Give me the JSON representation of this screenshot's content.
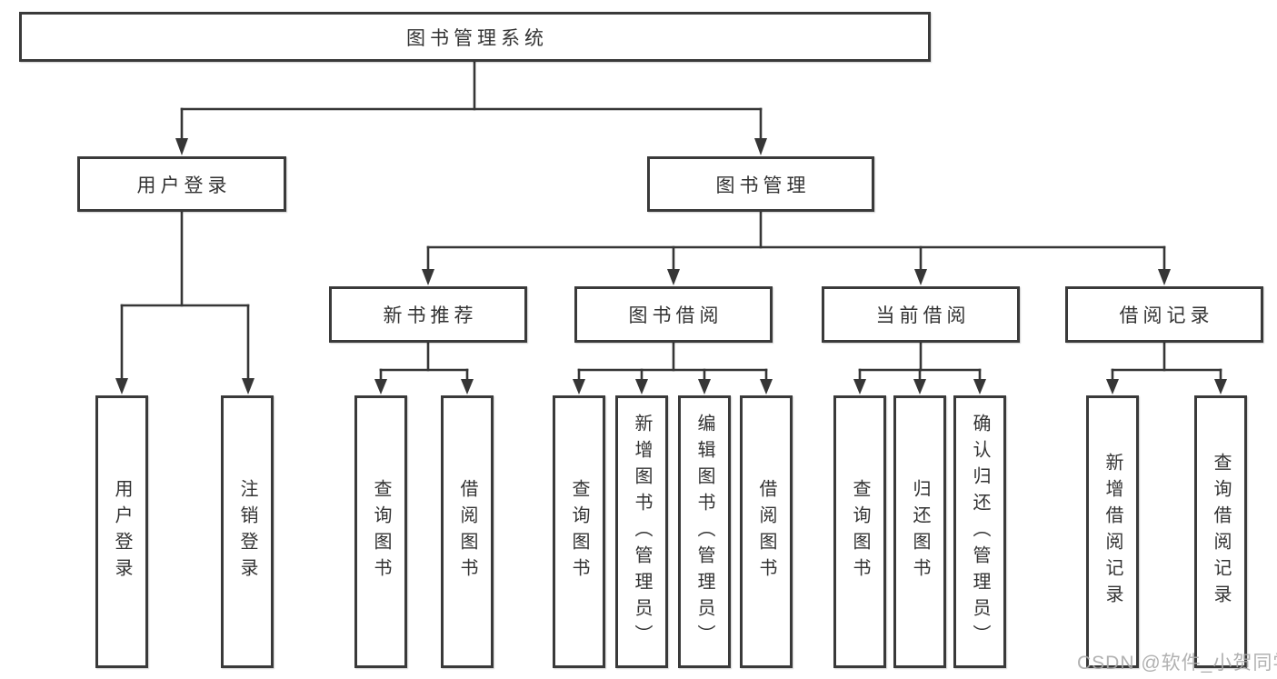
{
  "diagram": {
    "title": "图书管理系统",
    "root": {
      "label": "图书管理系统"
    },
    "branches": [
      {
        "label": "用户登录",
        "children": [
          {
            "label": "用户登录"
          },
          {
            "label": "注销登录"
          }
        ]
      },
      {
        "label": "图书管理",
        "groups": [
          {
            "label": "新书推荐",
            "children": [
              {
                "label": "查询图书"
              },
              {
                "label": "借阅图书"
              }
            ]
          },
          {
            "label": "图书借阅",
            "children": [
              {
                "label": "查询图书"
              },
              {
                "label": "新增图书（管理员）"
              },
              {
                "label": "编辑图书（管理员）"
              },
              {
                "label": "借阅图书"
              }
            ]
          },
          {
            "label": "当前借阅",
            "children": [
              {
                "label": "查询图书"
              },
              {
                "label": "归还图书"
              },
              {
                "label": "确认归还（管理员）"
              }
            ]
          },
          {
            "label": "借阅记录",
            "children": [
              {
                "label": "新增借阅记录"
              },
              {
                "label": "查询借阅记录"
              }
            ]
          }
        ]
      }
    ]
  },
  "watermark": {
    "text": "CSDN @软件_小贺同学"
  },
  "colors": {
    "line": "#363636",
    "border": "#3a3a3a",
    "text": "#333333",
    "background": "#ffffff",
    "watermark": "#a8a8a8"
  }
}
